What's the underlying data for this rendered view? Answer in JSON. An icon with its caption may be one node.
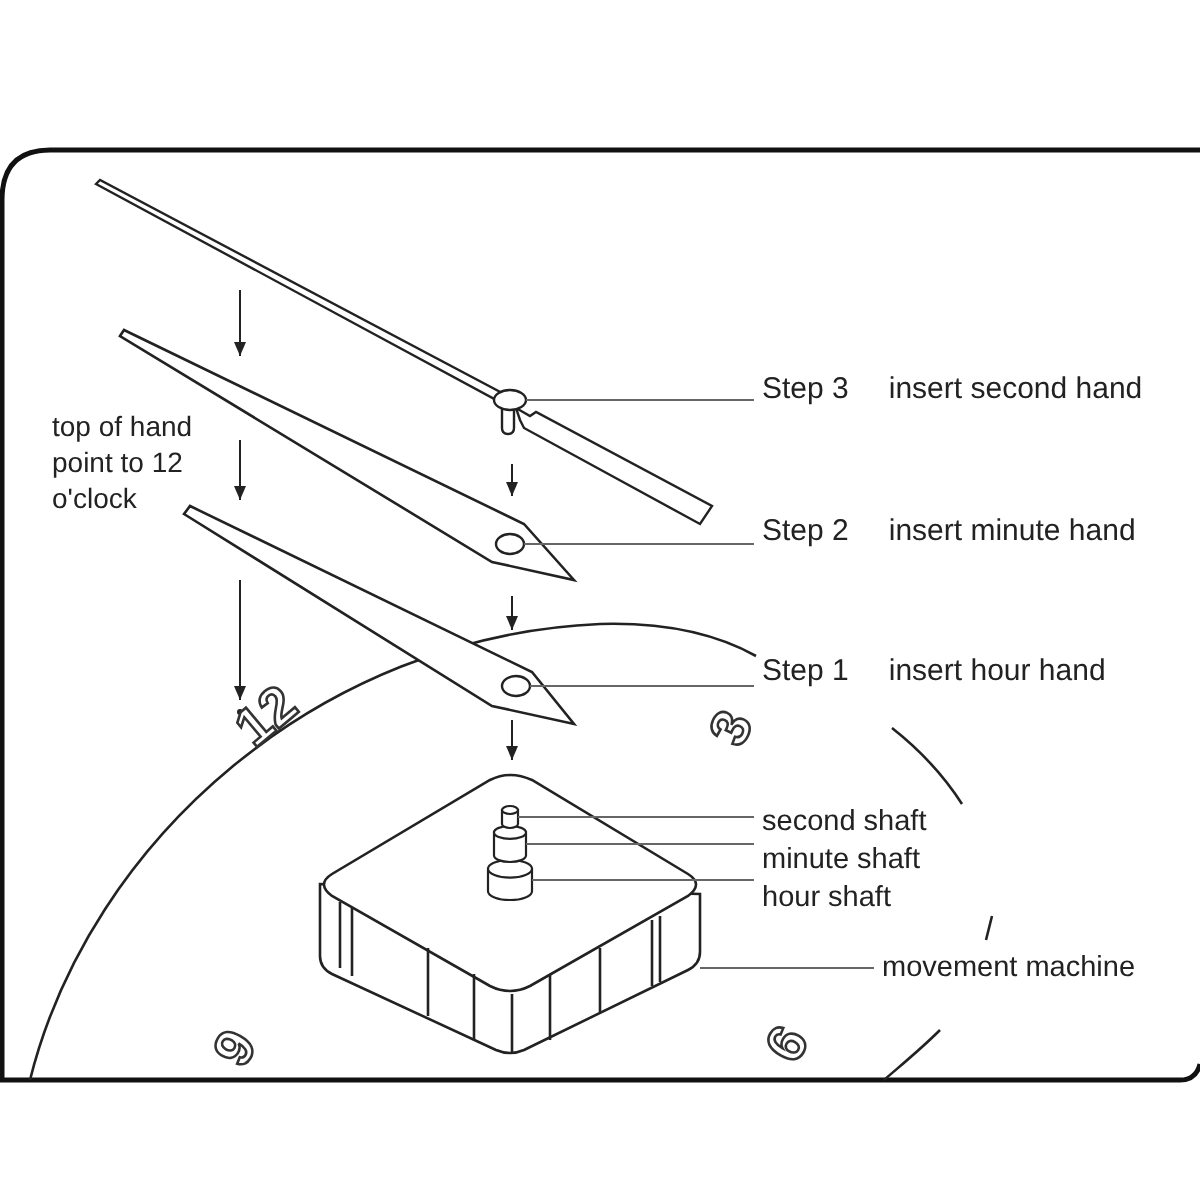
{
  "diagram": {
    "nodes": [
      {
        "text": [
          "Step 3",
          "insert second hand"
        ]
      },
      {
        "text": [],
        "shape": "circle"
      },
      {
        "text": [
          "Step 2",
          "insert minute hand"
        ]
      },
      {
        "text": [],
        "shape": "circle"
      },
      {
        "text": [
          "Step 1",
          "insert hour hand"
        ]
      },
      {
        "text": [],
        "shape": "circle"
      },
      {
        "text": [
          "second shaft"
        ]
      },
      {
        "text": [],
        "shape": "cylinder",
        "in": 13
      },
      {
        "text": [
          "minute shaft"
        ]
      },
      {
        "text": [],
        "shape": "cylinder",
        "in": 13
      },
      {
        "text": [
          "hour shaft"
        ]
      },
      {
        "text": [],
        "shape": "cylinder",
        "in": 13
      },
      {
        "text": [
          "movement machine"
        ]
      },
      {
        "text": [],
        "shape": "picture"
      }
    ],
    "edges": [
      {
        "from": 0,
        "to": 1,
        "arrow": "none"
      },
      {
        "from": 2,
        "to": 3,
        "arrow": "none"
      },
      {
        "from": 4,
        "to": 5,
        "arrow": "none"
      },
      {
        "from": 6,
        "to": 7,
        "arrow": "none"
      },
      {
        "from": 8,
        "to": 9,
        "arrow": "none"
      },
      {
        "from": 10,
        "to": 11,
        "arrow": "none"
      },
      {
        "from": 12,
        "to": 13,
        "arrow": "none"
      }
    ],
    "labels": [
      "top of hand point to 12 o'clock",
      "12",
      "3",
      "9",
      "6"
    ]
  }
}
